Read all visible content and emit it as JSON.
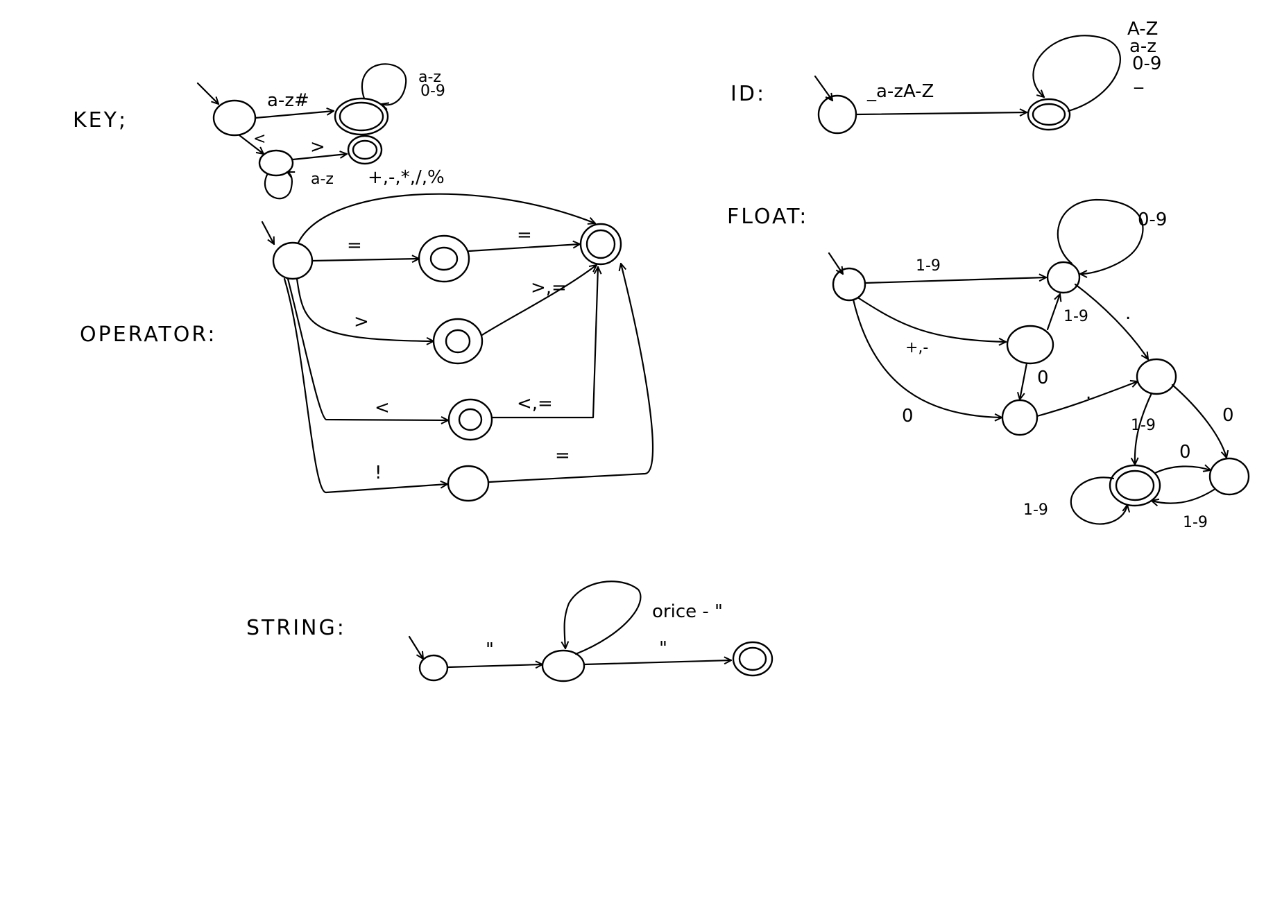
{
  "sections": {
    "key": "KEY;",
    "id": "ID:",
    "operator": "OPERATOR:",
    "float": "FLOAT:",
    "string": "STRING:"
  },
  "key_labels": {
    "letters_hash": "a-z#",
    "loop_a": "a-z",
    "loop_b": "0-9",
    "lt": "<",
    "gt": ">",
    "loop_az": "a-z"
  },
  "id_labels": {
    "first": "_a-zA-Z",
    "loop_1": "A-Z",
    "loop_2": "a-z",
    "loop_3": "0-9",
    "loop_4": "_"
  },
  "operator_labels": {
    "arith": "+,-,*,/,%",
    "eq1": "=",
    "eq2": "=",
    "gt": ">",
    "gt_next": ">,=",
    "lt": "<",
    "lt_next": "<,=",
    "bang": "!",
    "bang_next": "="
  },
  "float_labels": {
    "loop": "0-9",
    "start_digits": "1-9",
    "sign": "+,-",
    "zero_start": "0",
    "sign_digits": "1-9",
    "sign_zero": "0",
    "dot_top": ".",
    "dot_bottom": ".",
    "frac_digits": "1-9",
    "frac_zero": "0",
    "zero_between": "0",
    "final_loop": "1-9",
    "back_digits": "1-9"
  },
  "string_labels": {
    "open_quote": "\"",
    "loop": "orice - \"",
    "close_quote": "\""
  }
}
